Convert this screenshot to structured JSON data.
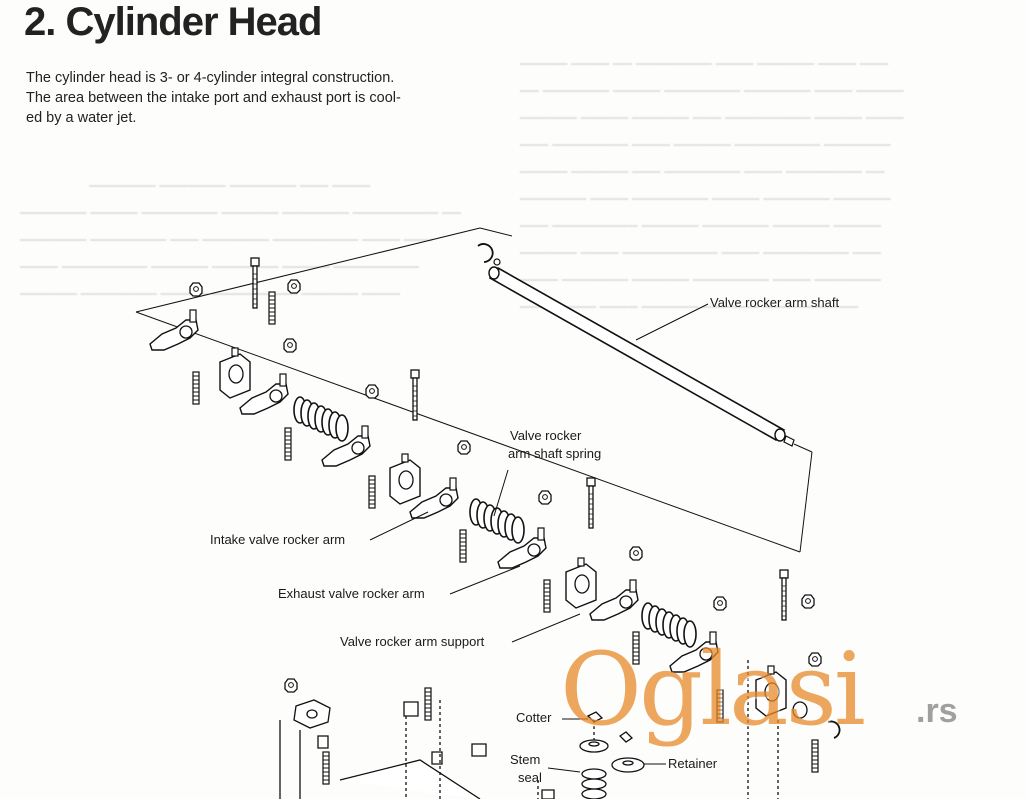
{
  "heading": "2. Cylinder Head",
  "intro_lines": [
    "The cylinder head is 3- or 4-cylinder integral construction.",
    "The area between the intake port and exhaust port is cool-",
    "ed by a water jet."
  ],
  "callouts": {
    "shaft": "Valve rocker arm shaft",
    "spring_line1": "Valve rocker",
    "spring_line2": "arm shaft spring",
    "intake": "Intake valve rocker arm",
    "exhaust": "Exhaust valve rocker arm",
    "support": "Valve rocker arm support",
    "cotter": "Cotter",
    "stem_line1": "Stem",
    "stem_line2": "seal",
    "retainer": "Retainer"
  },
  "watermark": {
    "brand": "Oglasi",
    "tld": ".rs",
    "color": "#e88a2a"
  }
}
